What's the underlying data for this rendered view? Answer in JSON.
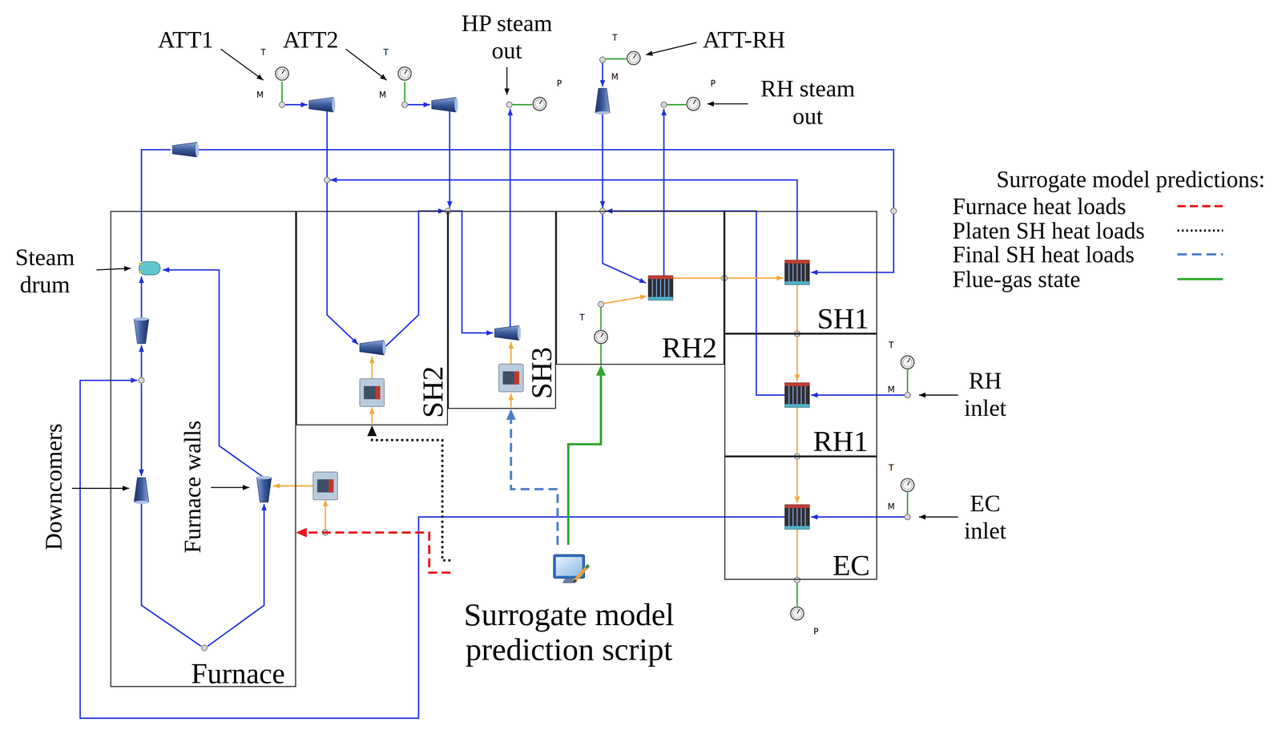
{
  "diagram": {
    "nodes": [
      {
        "text": [
          "Furnace"
        ]
      },
      {
        "text": [
          "SH2"
        ]
      },
      {
        "text": [
          "SH3"
        ]
      },
      {
        "text": [
          "RH2"
        ]
      },
      {
        "text": [
          "SH1"
        ]
      },
      {
        "text": [
          "RH1"
        ]
      },
      {
        "text": [
          "EC"
        ]
      },
      {
        "text": [
          "Surrogate model prediction script"
        ]
      }
    ],
    "edges": [
      {
        "from": 7,
        "to": 0,
        "arrow": "to"
      },
      {
        "from": 7,
        "to": 1,
        "arrow": "to"
      },
      {
        "from": 7,
        "to": 2,
        "arrow": "to"
      },
      {
        "from": 7,
        "to": 3,
        "arrow": "to"
      }
    ],
    "labels": [
      "ATT1",
      "T",
      "M",
      "ATT2",
      "T",
      "M",
      "HP steam out",
      "P",
      "ATT-RH",
      "T",
      "M",
      "RH steam out",
      "P",
      "Steam drum",
      "Downcomers",
      "Furnace walls",
      "T",
      "RH inlet",
      "T",
      "M",
      "EC inlet",
      "T",
      "M",
      "P",
      "Surrogate model predictions:"
    ],
    "legend": [
      {
        "text": "Furnace heat loads"
      },
      {
        "text": "Platen SH heat loads"
      },
      {
        "text": "Final SH heat loads"
      },
      {
        "text": "Flue-gas state"
      }
    ]
  }
}
